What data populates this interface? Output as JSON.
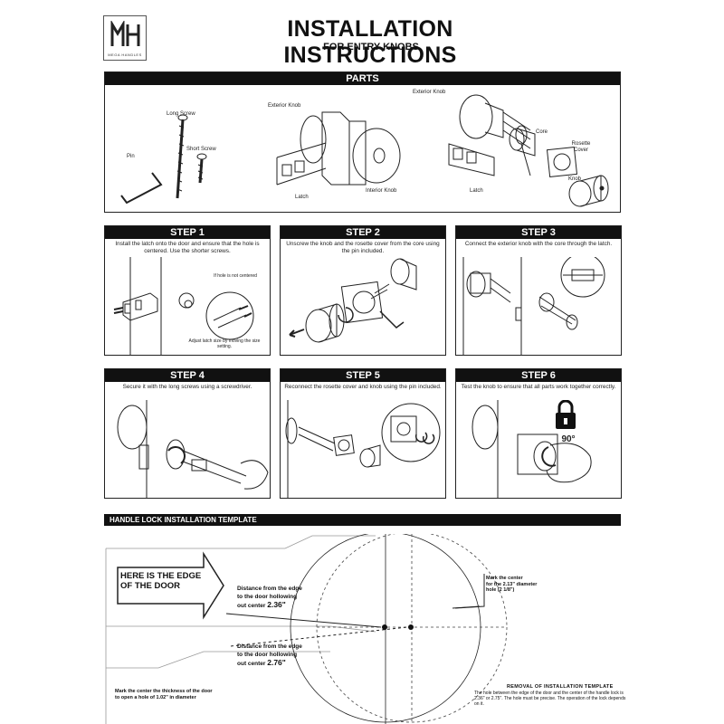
{
  "brand": {
    "monogram": "MH",
    "name": "MEGA HANDLES"
  },
  "header": {
    "title": "INSTALLATION INSTRUCTIONS",
    "subtitle": "FOR ENTRY KNOBS"
  },
  "parts": {
    "title": "PARTS",
    "labels": {
      "long_screw": "Long Screw",
      "short_screw": "Short Screw",
      "pin": "Pin",
      "exterior_knob_a": "Exterior Knob",
      "latch_a": "Latch",
      "interior_knob": "Interior Knob",
      "exterior_knob_b": "Exterior Knob",
      "core": "Core",
      "rosette_cover": "Rosette Cover",
      "knob": "Knob",
      "latch_b": "Latch"
    }
  },
  "steps": [
    {
      "title": "STEP 1",
      "text": "Install the latch onto the door and ensure that the hole is centered. Use the shorter screws.",
      "note_a": "If hole is not centered",
      "note_b": "Adjust latch size by moving the size setting."
    },
    {
      "title": "STEP 2",
      "text": "Unscrew the knob and the rosette cover from the core using the pin included."
    },
    {
      "title": "STEP 3",
      "text": "Connect the exterior knob with the core through the latch."
    },
    {
      "title": "STEP 4",
      "text": "Secure it with the long screws using a screwdriver."
    },
    {
      "title": "STEP 5",
      "text": "Reconnect the rosette cover and knob using the pin included."
    },
    {
      "title": "STEP 6",
      "text": "Test the knob to ensure that all parts work together correctly.",
      "angle": "90°"
    }
  ],
  "template": {
    "title": "HANDLE LOCK INSTALLATION TEMPLATE",
    "edge_line1": "HERE IS THE EDGE",
    "edge_line2": "OF THE DOOR",
    "dist1_line1": "Distance from the edge",
    "dist1_line2": "to the door hollowing",
    "dist1_line3": "out center",
    "dist1_value": "2.36\"",
    "dist2_line1": "Distance from the edge",
    "dist2_line2": "to the door hollowing",
    "dist2_line3": "out center",
    "dist2_value": "2.76\"",
    "mark_center_line1": "Mark the center",
    "mark_center_line2": "for the 2.13\" diameter",
    "mark_center_line3": "hole (2 1/8\")",
    "mark_thick_line1": "Mark the center the thickness of the door",
    "mark_thick_line2": "to open a hole of 1.02\" in diameter",
    "removal_title": "REMOVAL OF INSTALLATION TEMPLATE",
    "removal_text": "The hole between the edge of the door and the center of the handle lock is 2.36\" or 2.75\". The hole must be precise. The operation of the lock depends on it."
  }
}
